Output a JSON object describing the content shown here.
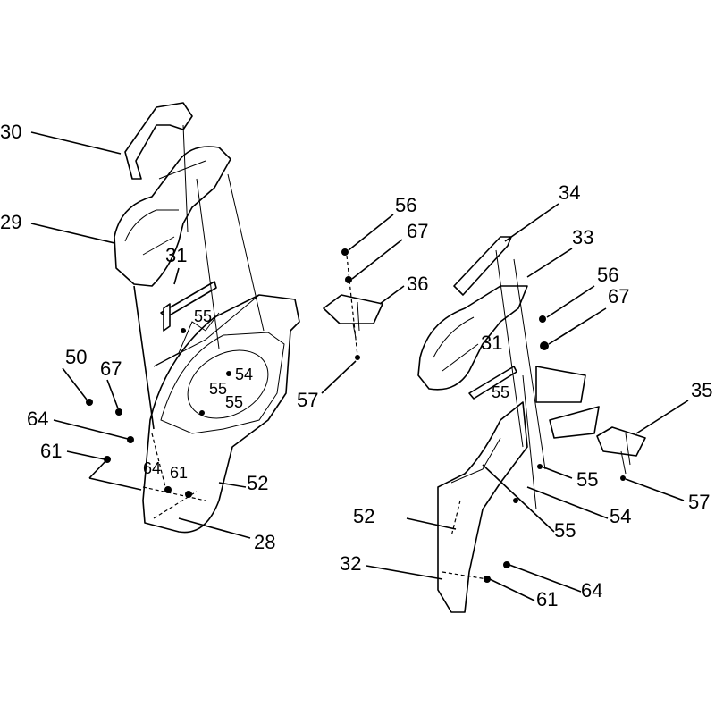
{
  "title": "Exploded parts diagram",
  "labels": [
    "30",
    "29",
    "31",
    "55",
    "54",
    "55",
    "55",
    "50",
    "67",
    "64",
    "61",
    "64",
    "61",
    "52",
    "28",
    "56",
    "67",
    "36",
    "57",
    "34",
    "33",
    "56",
    "67",
    "31",
    "55",
    "35",
    "55",
    "57",
    "54",
    "55",
    "52",
    "32",
    "61",
    "64"
  ],
  "colors": {
    "line": "#000000",
    "background": "#ffffff"
  }
}
